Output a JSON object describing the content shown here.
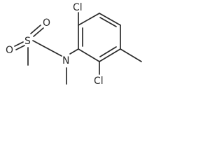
{
  "molecule": {
    "atoms": {
      "cl_top": "Cl",
      "cl_bottom": "Cl",
      "sulfur": "S",
      "oxygen_upper": "O",
      "oxygen_lower": "O",
      "nitrogen": "N"
    }
  },
  "colors": {
    "ink": "#2b2b2b",
    "background": "#ffffff"
  }
}
